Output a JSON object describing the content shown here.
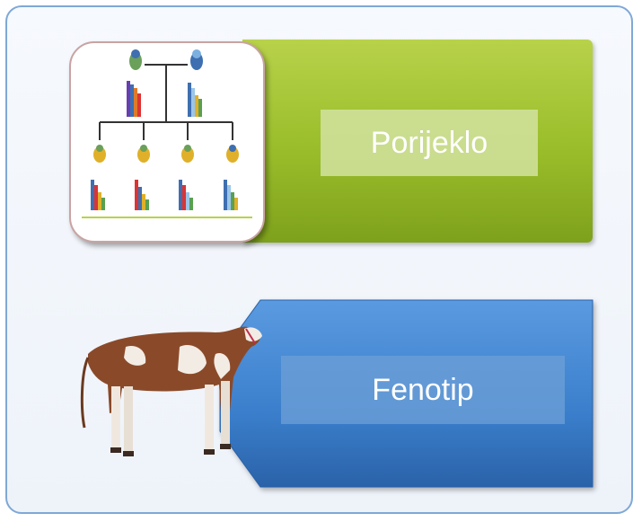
{
  "labels": {
    "top": "Porijeklo",
    "bottom": "Fenotip"
  },
  "colors": {
    "frame_border": "#7fa8d6",
    "green_panel": "#99bd2a",
    "blue_panel": "#3b7fcc",
    "label_text": "#ffffff"
  },
  "icons": {
    "pedigree": "pedigree-tree-icon",
    "cow": "cow-image"
  }
}
